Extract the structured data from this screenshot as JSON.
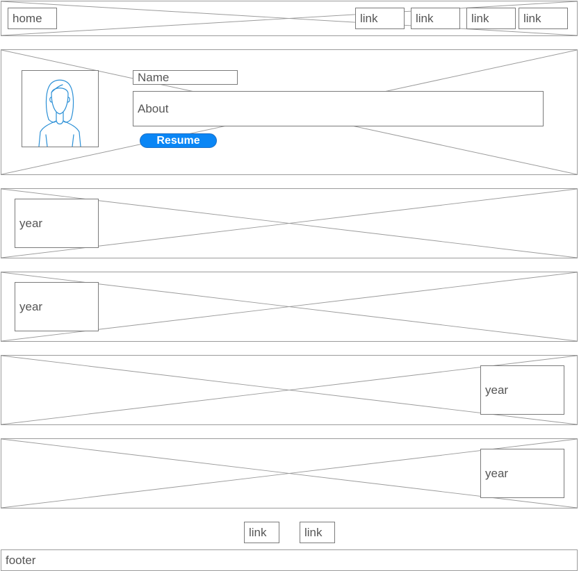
{
  "header": {
    "home_label": "home",
    "links": [
      "link",
      "link",
      "link",
      "link"
    ]
  },
  "hero": {
    "name_label": "Name",
    "about_label": "About",
    "resume_label": "Resume",
    "avatar_icon": "person-avatar-icon"
  },
  "timeline": {
    "items": [
      {
        "year_label": "year"
      },
      {
        "year_label": "year"
      },
      {
        "year_label": "year"
      },
      {
        "year_label": "year"
      }
    ]
  },
  "bottom_links": [
    "link",
    "link"
  ],
  "footer": {
    "label": "footer"
  },
  "colors": {
    "border": "#9a9a9a",
    "text": "#555555",
    "accent": "#0a86f5",
    "avatar_stroke": "#2a8fd6"
  }
}
